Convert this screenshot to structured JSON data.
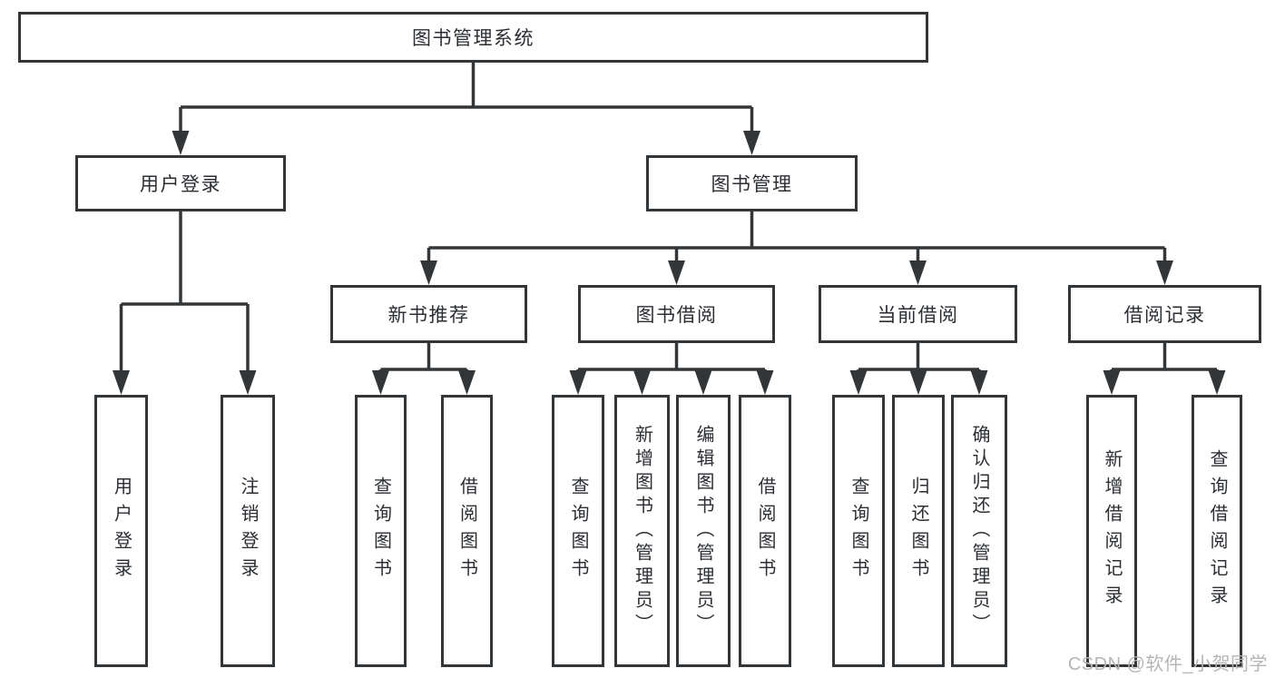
{
  "tree": {
    "label": "图书管理系统",
    "children": [
      {
        "label": "用户登录",
        "children": [
          {
            "label": "用户登录"
          },
          {
            "label": "注销登录"
          }
        ]
      },
      {
        "label": "图书管理",
        "children": [
          {
            "label": "新书推荐",
            "children": [
              {
                "label": "查询图书"
              },
              {
                "label": "借阅图书"
              }
            ]
          },
          {
            "label": "图书借阅",
            "children": [
              {
                "label": "查询图书"
              },
              {
                "label": "新增图书（管理员）"
              },
              {
                "label": "编辑图书（管理员）"
              },
              {
                "label": "借阅图书"
              }
            ]
          },
          {
            "label": "当前借阅",
            "children": [
              {
                "label": "查询图书"
              },
              {
                "label": "归还图书"
              },
              {
                "label": "确认归还（管理员）"
              }
            ]
          },
          {
            "label": "借阅记录",
            "children": [
              {
                "label": "新增借阅记录"
              },
              {
                "label": "查询借阅记录"
              }
            ]
          }
        ]
      }
    ]
  },
  "watermark": {
    "text": "CSDN @软件_小贺同学"
  },
  "colors": {
    "line": "#333639",
    "text": "#2b2e33",
    "background": "#ffffff",
    "watermark": "#b5b5b5"
  }
}
